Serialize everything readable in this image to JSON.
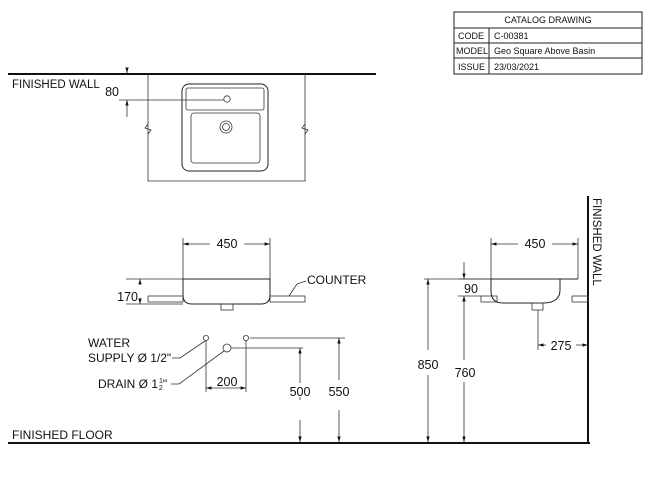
{
  "title_block": {
    "heading": "CATALOG  DRAWING",
    "rows": [
      {
        "key": "CODE",
        "value": "C-00381"
      },
      {
        "key": "MODEL",
        "value": "Geo  Square  Above  Basin"
      },
      {
        "key": "ISSUE",
        "value": "23/03/2021"
      }
    ]
  },
  "labels": {
    "finished_wall_top": "FINISHED WALL",
    "finished_wall_side": "FINISHED WALL",
    "finished_floor": "FINISHED FLOOR",
    "counter": "COUNTER",
    "water_supply_line1": "WATER",
    "water_supply_line2": "SUPPLY Ø 1/2\"",
    "drain_prefix": "DRAIN Ø 1",
    "drain_frac_num": "1",
    "drain_frac_den": "2",
    "drain_inch": "\""
  },
  "dimensions": {
    "top_view_setback": "80",
    "front_width": "450",
    "front_height": "170",
    "supply_offset": "200",
    "drain_height": "500",
    "supply_height": "550",
    "side_width": "450",
    "side_rim_depth": "90",
    "drain_projection": "275",
    "rim_height": "850",
    "counter_height": "760"
  }
}
